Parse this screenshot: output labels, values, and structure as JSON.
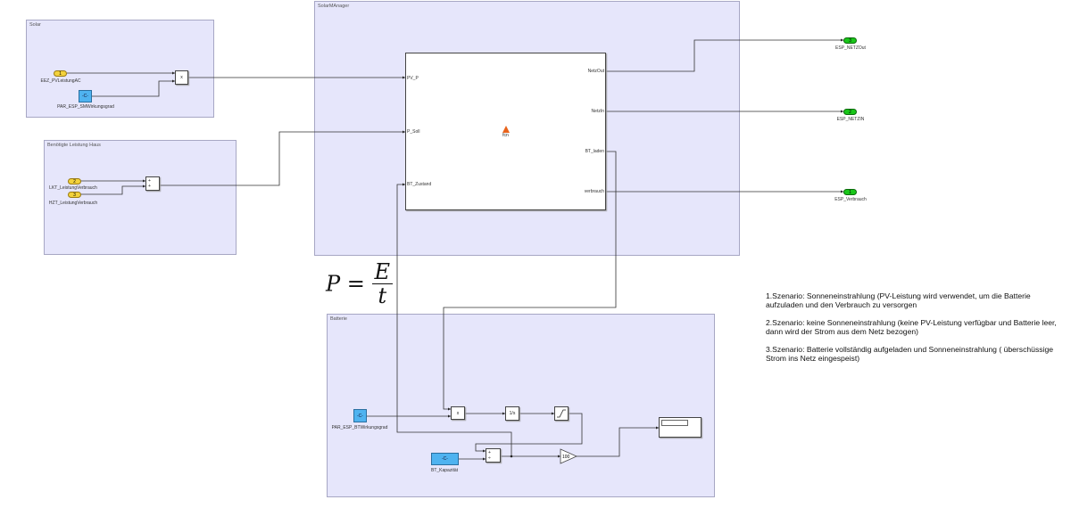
{
  "areas": {
    "solar": "Solar",
    "haus": "Benötigte Leistung Haus",
    "manager": "SolarMAnager",
    "batterie": "Batterie"
  },
  "solar": {
    "inport_num": "1",
    "inport_label": "EEZ_PVLeistungAC",
    "const": "-C-",
    "const_label": "PAR_ESP_SMWirkungsgrad",
    "product": "x"
  },
  "haus": {
    "in2_num": "2",
    "in2_label": "LKT_LeistungVerbrauch",
    "in3_num": "3",
    "in3_label": "HZT_LeistungVerbrauch",
    "sum_a": "+",
    "sum_b": "+"
  },
  "manager": {
    "fcn": "fcn",
    "inputs": [
      "PV_P",
      "P_Soll",
      "BT_Zustand"
    ],
    "outputs": [
      "NetzOut",
      "NetzIn",
      "BT_laden",
      "verbrauch"
    ]
  },
  "outports": [
    {
      "num": "3",
      "label": "ESP_NETZOut"
    },
    {
      "num": "2",
      "label": "ESP_NETZIN"
    },
    {
      "num": "1",
      "label": "ESP_Verbrauch"
    }
  ],
  "batterie": {
    "const": "-C-",
    "const_label": "PAR_ESP_BTWirkungsgrad",
    "product": "x",
    "integrator": "1/s",
    "cap_const": "-C-",
    "cap_label": "BT_Kapazität",
    "sum_a": "+",
    "sum_b": "÷",
    "gain": "100"
  },
  "equation": {
    "lhs": "P =",
    "num": "E",
    "den": "t"
  },
  "notes": [
    "1.Szenario: Sonneneinstrahlung (PV-Leistung wird verwendet, um  die Batterie aufzuladen und  den Verbrauch zu versorgen",
    "2.Szenario: keine Sonneneinstrahlung (keine PV-Leistung verfügbar und Batterie leer, dann  wird der Strom aus dem Netz bezogen)",
    "3.Szenario: Batterie vollständig aufgeladen und Sonneneinstrahlung ( überschüssige Strom ins Netz eingespeist)"
  ]
}
